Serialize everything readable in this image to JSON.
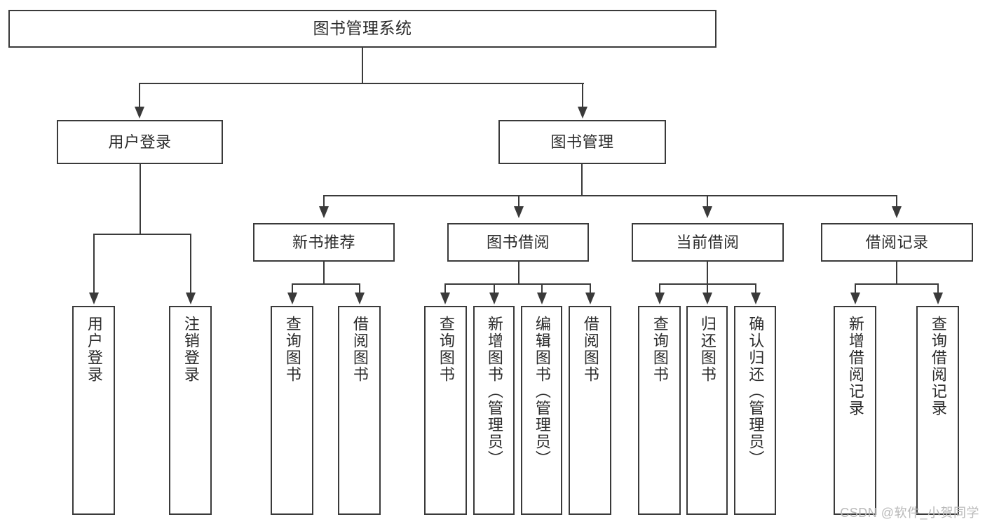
{
  "diagram": {
    "title": "图书管理系统",
    "type": "tree",
    "watermark": "CSDN @软件_小贺同学",
    "colors": {
      "box_border": "#3a3a3a",
      "box_fill": "#ffffff",
      "connector": "#3a3a3a",
      "text": "#2b2b2b",
      "watermark": "#b9b9b9",
      "background": "#ffffff"
    },
    "levels": {
      "root": "图书管理系统",
      "level1": [
        "用户登录",
        "图书管理"
      ],
      "level2": [
        "新书推荐",
        "图书借阅",
        "当前借阅",
        "借阅记录"
      ]
    }
  },
  "nodes": {
    "root": {
      "label": "图书管理系统"
    },
    "level1": [
      {
        "label": "用户登录"
      },
      {
        "label": "图书管理"
      }
    ],
    "level2": [
      {
        "label": "新书推荐"
      },
      {
        "label": "图书借阅"
      },
      {
        "label": "当前借阅"
      },
      {
        "label": "借阅记录"
      }
    ],
    "leaves": {
      "user_login": [
        {
          "label": "用户登录"
        },
        {
          "label": "注销登录"
        }
      ],
      "new_book_recommend": [
        {
          "label": "查询图书"
        },
        {
          "label": "借阅图书"
        }
      ],
      "book_borrow": [
        {
          "label": "查询图书"
        },
        {
          "label": "新增图书（管理员）"
        },
        {
          "label": "编辑图书（管理员）"
        },
        {
          "label": "借阅图书"
        }
      ],
      "current_borrow": [
        {
          "label": "查询图书"
        },
        {
          "label": "归还图书"
        },
        {
          "label": "确认归还（管理员）"
        }
      ],
      "borrow_record": [
        {
          "label": "新增借阅记录"
        },
        {
          "label": "查询借阅记录"
        }
      ]
    }
  }
}
